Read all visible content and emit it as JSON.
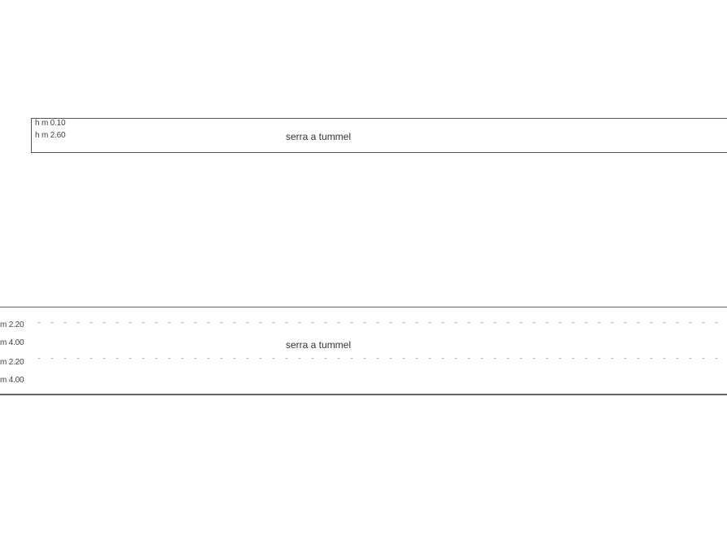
{
  "sections": {
    "top": {
      "heights": [
        "h m 0.10",
        "h m 2.60"
      ],
      "label": "serra a tummel"
    },
    "bottom": {
      "heights": [
        "m 2.20",
        "m 4.00",
        "m 2.20",
        "m 4.00"
      ],
      "label": "serra a tummel"
    }
  }
}
